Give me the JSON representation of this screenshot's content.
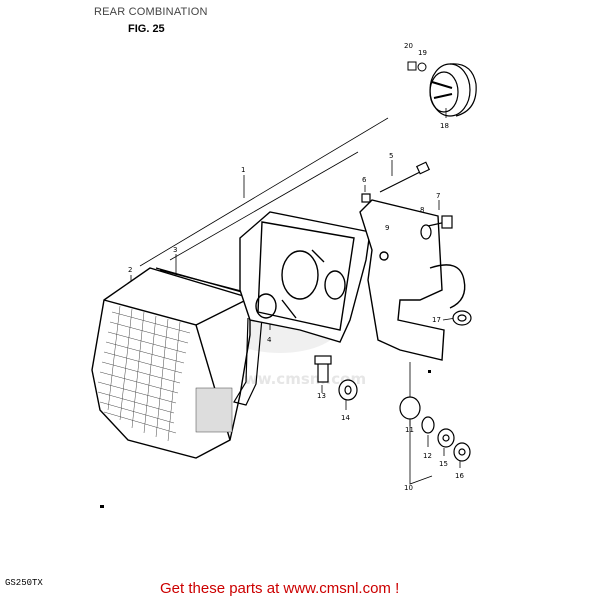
{
  "header": {
    "title": "REAR COMBINATION",
    "figure": "FIG. 25"
  },
  "model_code": "GS250TX",
  "footer": {
    "prefix": "Get these parts at ",
    "link": "www.cmsnl.com",
    "suffix": " !"
  },
  "watermark": {
    "text": "www.cmsnl.com"
  },
  "callouts": {
    "c1": "1",
    "c2": "2",
    "c3": "3",
    "c4": "4",
    "c5": "5",
    "c6": "6",
    "c7": "7",
    "c8": "8",
    "c9": "9",
    "c10": "10",
    "c11": "11",
    "c12": "12",
    "c13": "13",
    "c14": "14",
    "c15": "15",
    "c16": "16",
    "c17": "17",
    "c18": "18",
    "c19": "19",
    "c20": "20"
  }
}
